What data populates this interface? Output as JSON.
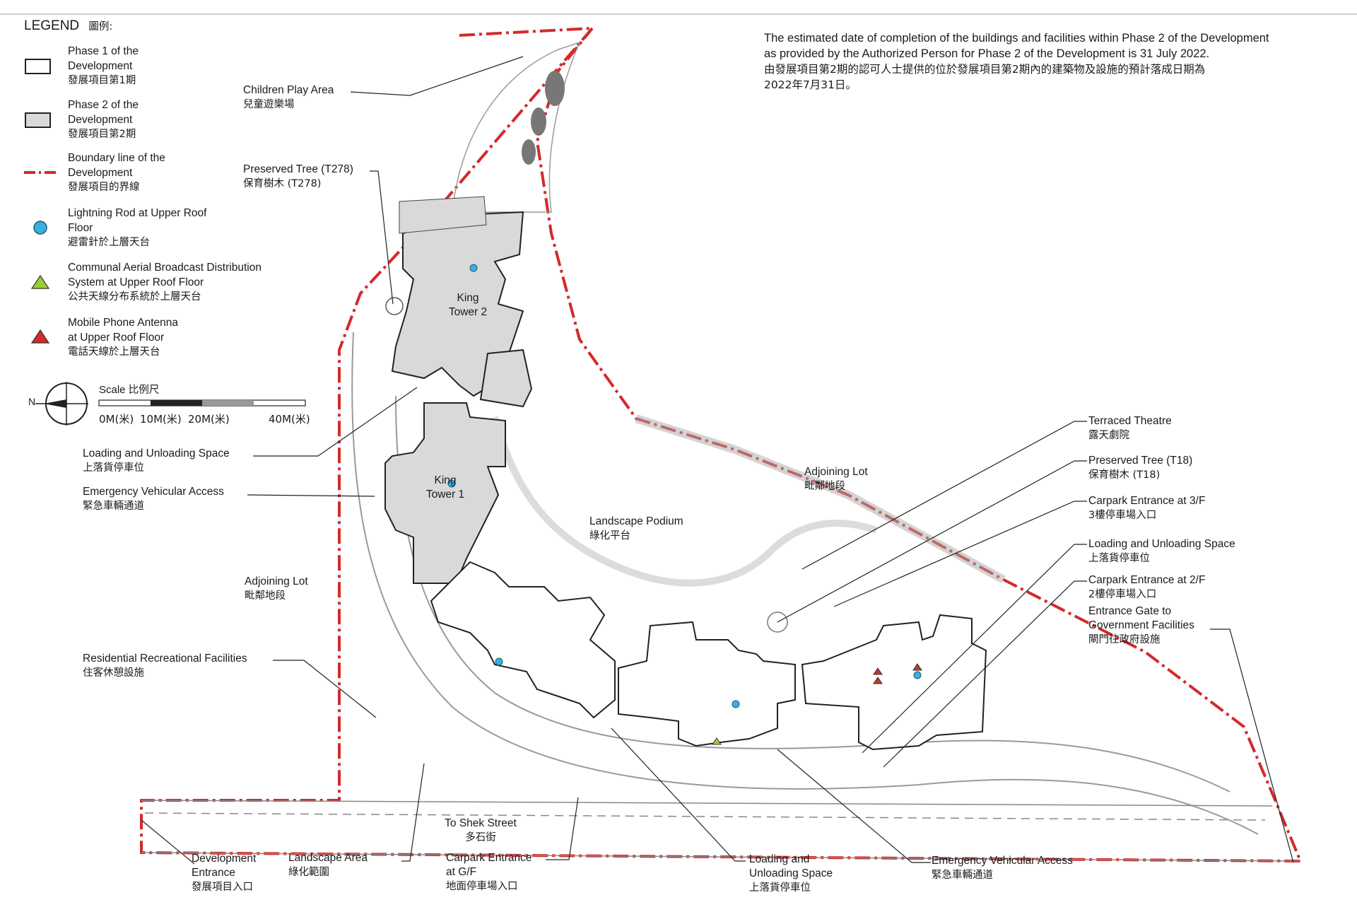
{
  "legend": {
    "title": "LEGEND",
    "title_zh": "圖例:",
    "items": [
      {
        "en1": "Phase 1 of the",
        "en2": "Development",
        "zh": "發展項目第1期",
        "symbol": "white-box"
      },
      {
        "en1": "Phase 2 of the",
        "en2": "Development",
        "zh": "發展項目第2期",
        "symbol": "grey-box"
      },
      {
        "en1": "Boundary line of the",
        "en2": "Development",
        "zh": "發展項目的界線",
        "symbol": "red-dash-line"
      },
      {
        "en1": "Lightning Rod at Upper Roof",
        "en2": "Floor",
        "zh": "避雷針於上層天台",
        "symbol": "blue-circle"
      },
      {
        "en1": "Communal Aerial Broadcast Distribution",
        "en2": "System at Upper Roof Floor",
        "zh": "公共天線分布系統於上層天台",
        "symbol": "green-triangle"
      },
      {
        "en1": "Mobile Phone Antenna",
        "en2": "at Upper Roof Floor",
        "zh": "電話天線於上層天台",
        "symbol": "red-triangle"
      }
    ]
  },
  "scale": {
    "label": "Scale",
    "label_zh": "比例尺",
    "ticks": [
      "0M(米)",
      "10M(米)",
      "20M(米)",
      "40M(米)"
    ],
    "north_letter": "N"
  },
  "note": {
    "en1": "The estimated date of completion of the buildings and facilities within Phase 2 of the Development",
    "en2": "as provided by the Authorized Person for Phase 2 of the Development is 31 July 2022.",
    "zh1": "由發展項目第2期的認可人士提供的位於發展項目第2期內的建築物及設施的預計落成日期為",
    "zh2": "2022年7月31日。"
  },
  "labels": {
    "children_play": {
      "en": "Children Play Area",
      "zh": "兒童遊樂場"
    },
    "tree_t278": {
      "en": "Preserved Tree (T278)",
      "zh": "保育樹木 (T278)"
    },
    "loading_left": {
      "en": "Loading and Unloading Space",
      "zh": "上落貨停車位"
    },
    "eva_left": {
      "en": "Emergency Vehicular Access",
      "zh": "緊急車輛通道"
    },
    "adjoining_left": {
      "en": "Adjoining Lot",
      "zh": "毗鄰地段"
    },
    "residential_rec": {
      "en": "Residential Recreational Facilities",
      "zh": "住客休憩設施"
    },
    "dev_entrance": {
      "en1": "Development",
      "en2": "Entrance",
      "zh": "發展項目入口"
    },
    "landscape_area": {
      "en": "Landscape Area",
      "zh": "綠化範圍"
    },
    "carpark_gf": {
      "en1": "Carpark Entrance",
      "en2": "at G/F",
      "zh": "地面停車場入口"
    },
    "loading_bottom": {
      "en1": "Loading and",
      "en2": "Unloading Space",
      "zh": "上落貨停車位"
    },
    "eva_bottom": {
      "en": "Emergency Vehicular Access",
      "zh": "緊急車輛通道"
    },
    "shek_street": {
      "en": "To Shek Street",
      "zh": "多石街"
    },
    "king_tower_2": {
      "l1": "King",
      "l2": "Tower 2"
    },
    "king_tower_1": {
      "l1": "King",
      "l2": "Tower 1"
    },
    "landscape_podium": {
      "en": "Landscape Podium",
      "zh": "綠化平台"
    },
    "adjoining_right": {
      "en": "Adjoining Lot",
      "zh": "毗鄰地段"
    },
    "terraced_theatre": {
      "en": "Terraced Theatre",
      "zh": "露天劇院"
    },
    "tree_t18": {
      "en": "Preserved Tree (T18)",
      "zh": "保育樹木 (T18)"
    },
    "carpark_3f": {
      "en": "Carpark Entrance at 3/F",
      "zh": "3樓停車場入口"
    },
    "loading_right": {
      "en": "Loading and Unloading Space",
      "zh": "上落貨停車位"
    },
    "carpark_2f": {
      "en": "Carpark Entrance at 2/F",
      "zh": "2樓停車場入口"
    },
    "gov_gate": {
      "en1": "Entrance Gate to",
      "en2": "Government Facilities",
      "zh": "閘門往政府設施"
    }
  },
  "colors": {
    "boundary": "#d32a2a",
    "phase2_fill": "#d9d9d9",
    "lightning_rod": "#3ab0e0",
    "aerial": "#9acd32",
    "antenna": "#c0392b"
  }
}
